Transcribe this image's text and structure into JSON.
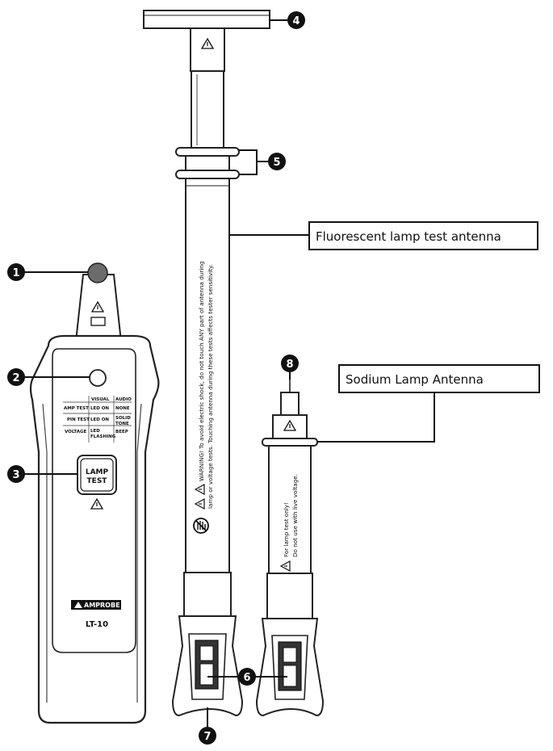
{
  "callouts": [
    "1",
    "2",
    "3",
    "4",
    "5",
    "6",
    "7",
    "8"
  ],
  "labels": {
    "fluorescent": "Fluorescent lamp test antenna",
    "sodium": "Sodium Lamp Antenna"
  },
  "tester": {
    "brand": "AMPROBE",
    "model": "LT-10",
    "button_line1": "LAMP",
    "button_line2": "TEST",
    "table_head": [
      "VISUAL",
      "AUDIO"
    ],
    "table_rows": [
      {
        "name": "AMP TEST",
        "visual": "LED ON",
        "audio": "NONE"
      },
      {
        "name": "PIN TEST",
        "visual": "LED ON",
        "audio": "SOLID TONE"
      },
      {
        "name": "VOLTAGE",
        "visual": "LED FLASHING",
        "audio": "BEEP"
      }
    ]
  },
  "fluorescent_antenna": {
    "warning_line1": "WARNING! To avoid electric shock, do not touch ANY part of antenna during",
    "warning_line2": "lamp or voltage tests. Touching antenna during these tests affects tester sensitivity."
  },
  "sodium_antenna": {
    "note_line1": "For lamp test only!",
    "note_line2": "Do not use with live voltage."
  },
  "warning_icon": "warning-triangle-icon",
  "no_touch_icon": "no-hand-icon"
}
